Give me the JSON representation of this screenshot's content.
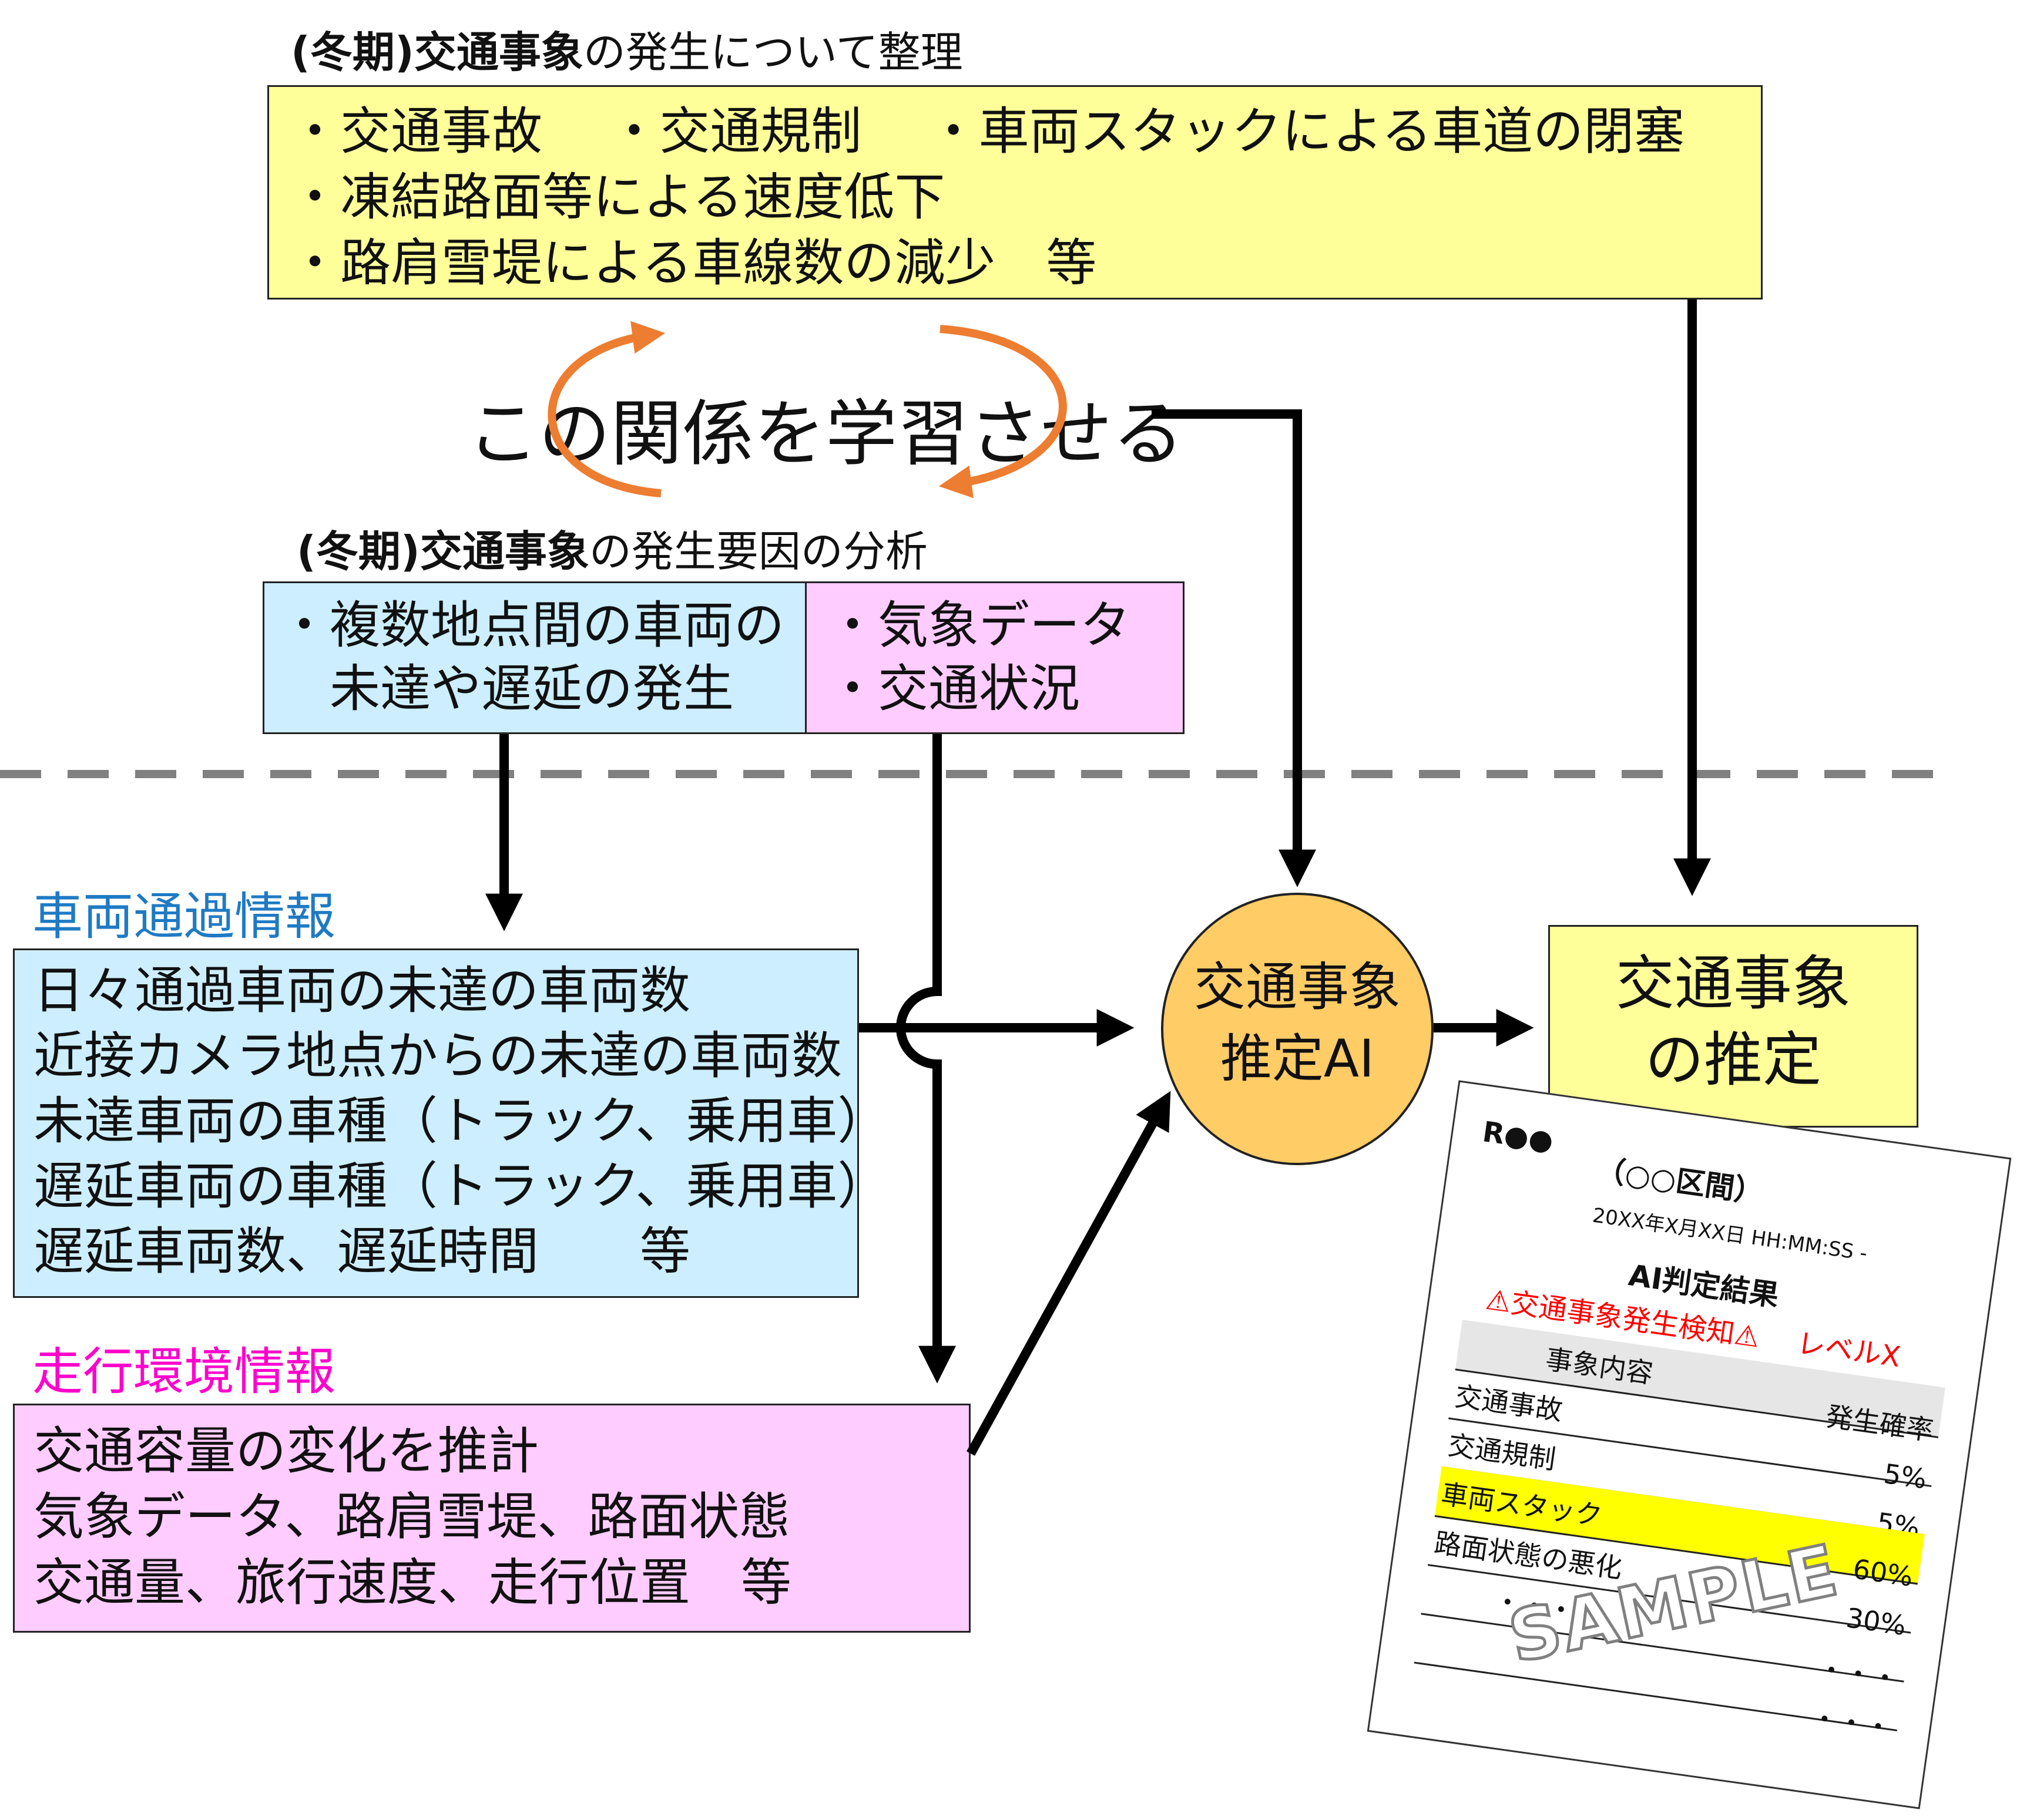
{
  "top_heading": {
    "bold": "(冬期)交通事象",
    "rest": "の発生について整理"
  },
  "top_box": {
    "lines": [
      "・交通事故　 ・交通規制　 ・車両スタックによる車道の閉塞",
      "・凍結路面等による速度低下",
      "・路肩雪堤による車線数の減少　等"
    ]
  },
  "learn_text": "この関係を学習させる",
  "mid_heading": {
    "bold": "(冬期)交通事象",
    "rest": "の発生要因の分析"
  },
  "factor_blue": {
    "lines": [
      "・複数地点間の車両の",
      "　未達や遅延の発生"
    ]
  },
  "factor_pink": {
    "lines": [
      "・気象データ",
      "・交通状況"
    ]
  },
  "vehicle_label": "車両通過情報",
  "vehicle_box": {
    "lines": [
      "日々通過車両の未達の車両数",
      "近接カメラ地点からの未達の車両数",
      "未達車両の車種（トラック、乗用車）",
      "遅延車両の車種（トラック、乗用車）",
      "遅延車両数、遅延時間　　等"
    ]
  },
  "env_label": "走行環境情報",
  "env_box": {
    "lines": [
      "交通容量の変化を推計",
      "気象データ、路肩雪堤、路面状態",
      "交通量、旅行速度、走行位置　等"
    ]
  },
  "ai_node": {
    "lines": [
      "交通事象",
      "推定AI"
    ]
  },
  "result_box": {
    "lines": [
      "交通事象",
      "の推定"
    ]
  },
  "report": {
    "route": "R●●",
    "section": "（○○区間）",
    "datetime": "20XX年X月XX日 HH:MM:SS -",
    "title": "AI判定結果",
    "alert": "⚠交通事象発生検知⚠",
    "level": "レベルX",
    "col_event": "事象内容",
    "col_prob": "発生確率",
    "rows": [
      {
        "label": "交通事故",
        "pct": "5%"
      },
      {
        "label": "交通規制",
        "pct": "5%"
      },
      {
        "label": "車両スタック",
        "pct": "60%"
      },
      {
        "label": "路面状態の悪化",
        "pct": "30%"
      }
    ],
    "dots": "・・・",
    "watermark": "SAMPLE"
  },
  "colors": {
    "yellow_box": "#ffff99",
    "blue_box": "#cceeff",
    "pink_box": "#ffccff",
    "ai_circle": "#ffcc66",
    "orange_arrow": "#ed7d31",
    "blue_label": "#1f7ac4",
    "magenta_label": "#ff00cc",
    "alert_red": "#ff0000",
    "highlight": "#ffff00",
    "dashed_line": "#808080"
  }
}
